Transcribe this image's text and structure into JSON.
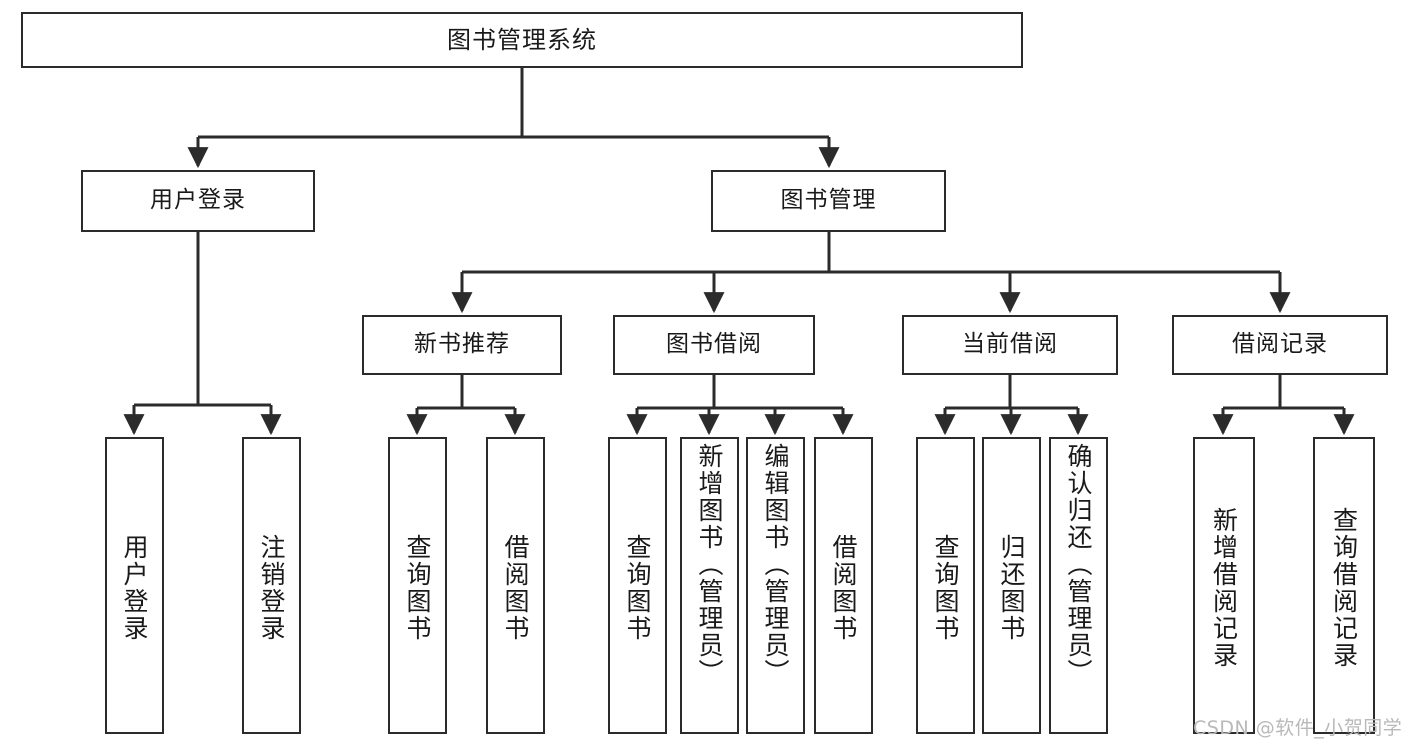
{
  "diagram": {
    "title": "图书管理系统",
    "watermark": "CSDN @软件_小贺同学",
    "colors": {
      "stroke": "#2b2b2b",
      "fill": "#ffffff",
      "text": "#1a1a1a",
      "watermark": "#b9b9b9"
    },
    "root": {
      "id": "root",
      "label": "图书管理系统"
    },
    "level2": [
      {
        "id": "user-login",
        "label": "用户登录"
      },
      {
        "id": "book-management",
        "label": "图书管理"
      }
    ],
    "level3": [
      {
        "id": "new-book-recommend",
        "label": "新书推荐"
      },
      {
        "id": "book-borrow",
        "label": "图书借阅"
      },
      {
        "id": "current-borrow",
        "label": "当前借阅"
      },
      {
        "id": "borrow-record",
        "label": "借阅记录"
      }
    ],
    "leaves": [
      {
        "id": "leaf-user-login",
        "label": "用户登录",
        "parent": "user-login"
      },
      {
        "id": "leaf-user-logout",
        "label": "注销登录",
        "parent": "user-login"
      },
      {
        "id": "leaf-query-book-1",
        "label": "查询图书",
        "parent": "new-book-recommend"
      },
      {
        "id": "leaf-borrow-book-1",
        "label": "借阅图书",
        "parent": "new-book-recommend"
      },
      {
        "id": "leaf-query-book-2",
        "label": "查询图书",
        "parent": "book-borrow"
      },
      {
        "id": "leaf-add-book",
        "label": "新增图书（管理员）",
        "parent": "book-borrow"
      },
      {
        "id": "leaf-edit-book",
        "label": "编辑图书（管理员）",
        "parent": "book-borrow"
      },
      {
        "id": "leaf-borrow-book-2",
        "label": "借阅图书",
        "parent": "book-borrow"
      },
      {
        "id": "leaf-query-book-3",
        "label": "查询图书",
        "parent": "current-borrow"
      },
      {
        "id": "leaf-return-book",
        "label": "归还图书",
        "parent": "current-borrow"
      },
      {
        "id": "leaf-confirm-return",
        "label": "确认归还（管理员）",
        "parent": "current-borrow"
      },
      {
        "id": "leaf-add-record",
        "label": "新增借阅记录",
        "parent": "borrow-record"
      },
      {
        "id": "leaf-query-record",
        "label": "查询借阅记录",
        "parent": "borrow-record"
      }
    ]
  }
}
